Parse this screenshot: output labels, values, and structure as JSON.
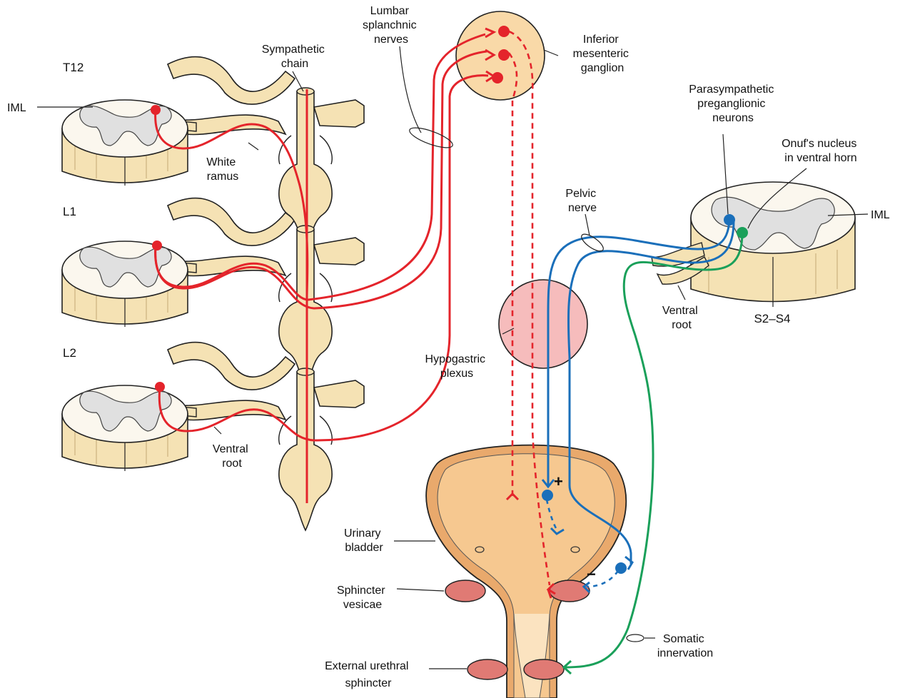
{
  "labels": {
    "segment_t12": "T12",
    "segment_l1": "L1",
    "segment_l2": "L2",
    "iml_left": "IML",
    "sympathetic_chain": [
      "Sympathetic",
      "chain"
    ],
    "white_ramus": [
      "White",
      "ramus"
    ],
    "ventral_root_left": [
      "Ventral",
      "root"
    ],
    "lumbar_splanchnic": [
      "Lumbar",
      "splanchnic",
      "nerves"
    ],
    "inferior_mesenteric": [
      "Inferior",
      "mesenteric",
      "ganglion"
    ],
    "hypogastric_plexus": [
      "Hypogastric",
      "plexus"
    ],
    "pelvic_nerve": [
      "Pelvic",
      "nerve"
    ],
    "parasympathetic": [
      "Parasympathetic",
      "preganglionic",
      "neurons"
    ],
    "onufs_nucleus": [
      "Onuf's nucleus",
      "in ventral horn"
    ],
    "iml_right": "IML",
    "ventral_root_right": [
      "Ventral",
      "root"
    ],
    "sacral_segment": "S2–S4",
    "urinary_bladder": [
      "Urinary",
      "bladder"
    ],
    "sphincter_vesicae": [
      "Sphincter",
      "vesicae"
    ],
    "external_urethral": [
      "External urethral",
      "sphincter"
    ],
    "somatic_innervation": [
      "Somatic",
      "innervation"
    ],
    "plus_sign": "+",
    "minus_sign": "−"
  },
  "colors": {
    "sympathetic": "#e4242b",
    "parasympathetic": "#1a6fba",
    "somatic": "#1aa05a",
    "tissue": "#f8ecc8",
    "grey_matter": "#e0e0e0",
    "ganglion": "#f9d9a8",
    "plexus": "#f6bcbc",
    "bladder": "#f6c890",
    "sphincter": "#e07a74"
  }
}
